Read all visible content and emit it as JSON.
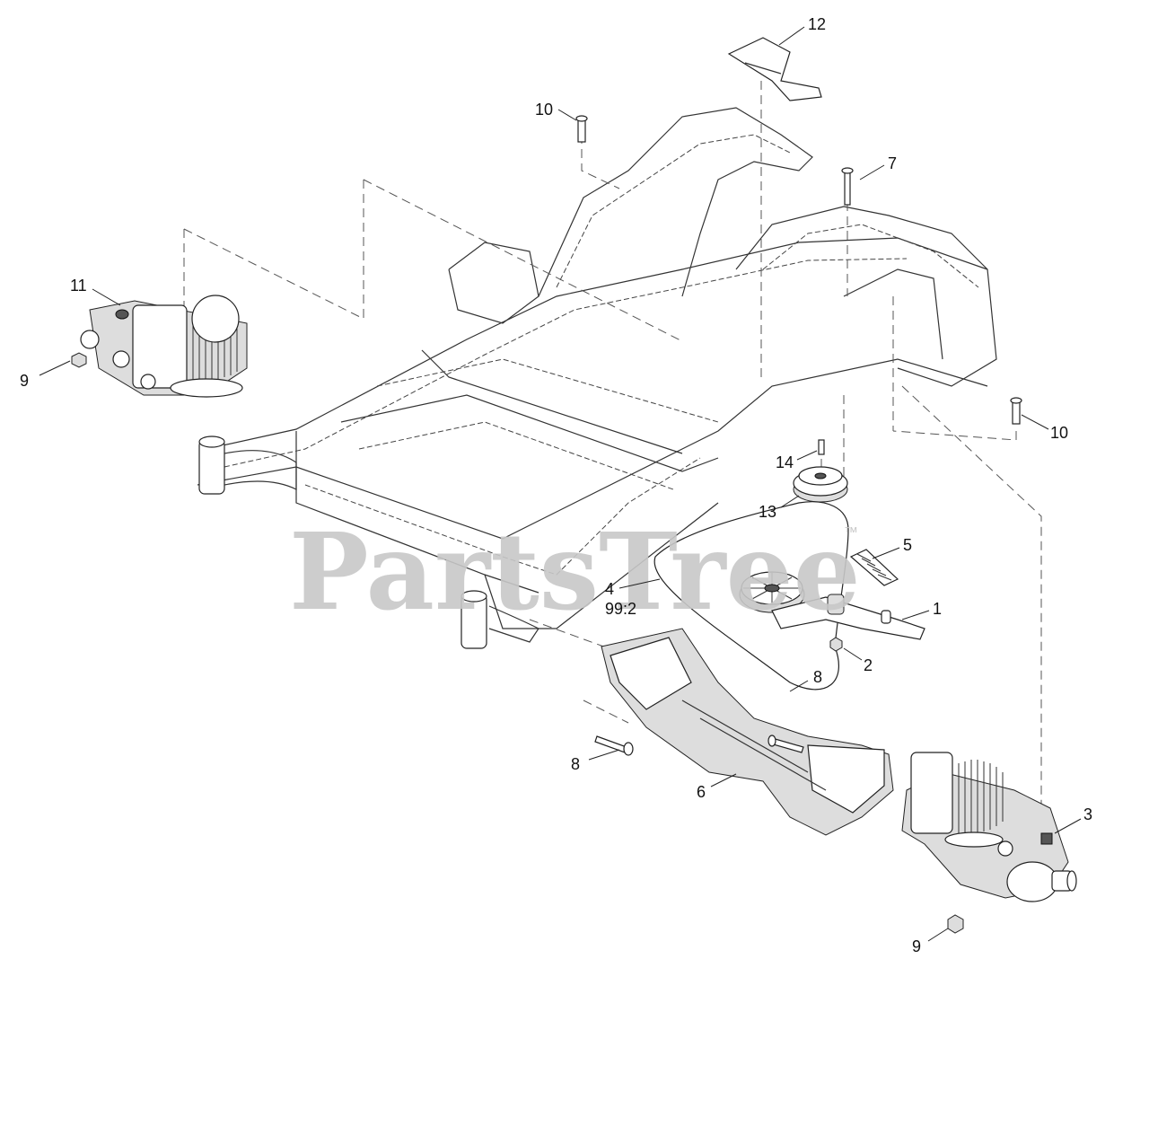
{
  "watermark": {
    "text": "PartsTree",
    "trademark": "™"
  },
  "callouts": {
    "c1": "1",
    "c2": "2",
    "c3": "3",
    "c4": "4",
    "c4_sub": "99:2",
    "c5": "5",
    "c6": "6",
    "c7": "7",
    "c8a": "8",
    "c8b": "8",
    "c9a": "9",
    "c9b": "9",
    "c10a": "10",
    "c10b": "10",
    "c11": "11",
    "c12": "12",
    "c13": "13",
    "c14": "14"
  }
}
